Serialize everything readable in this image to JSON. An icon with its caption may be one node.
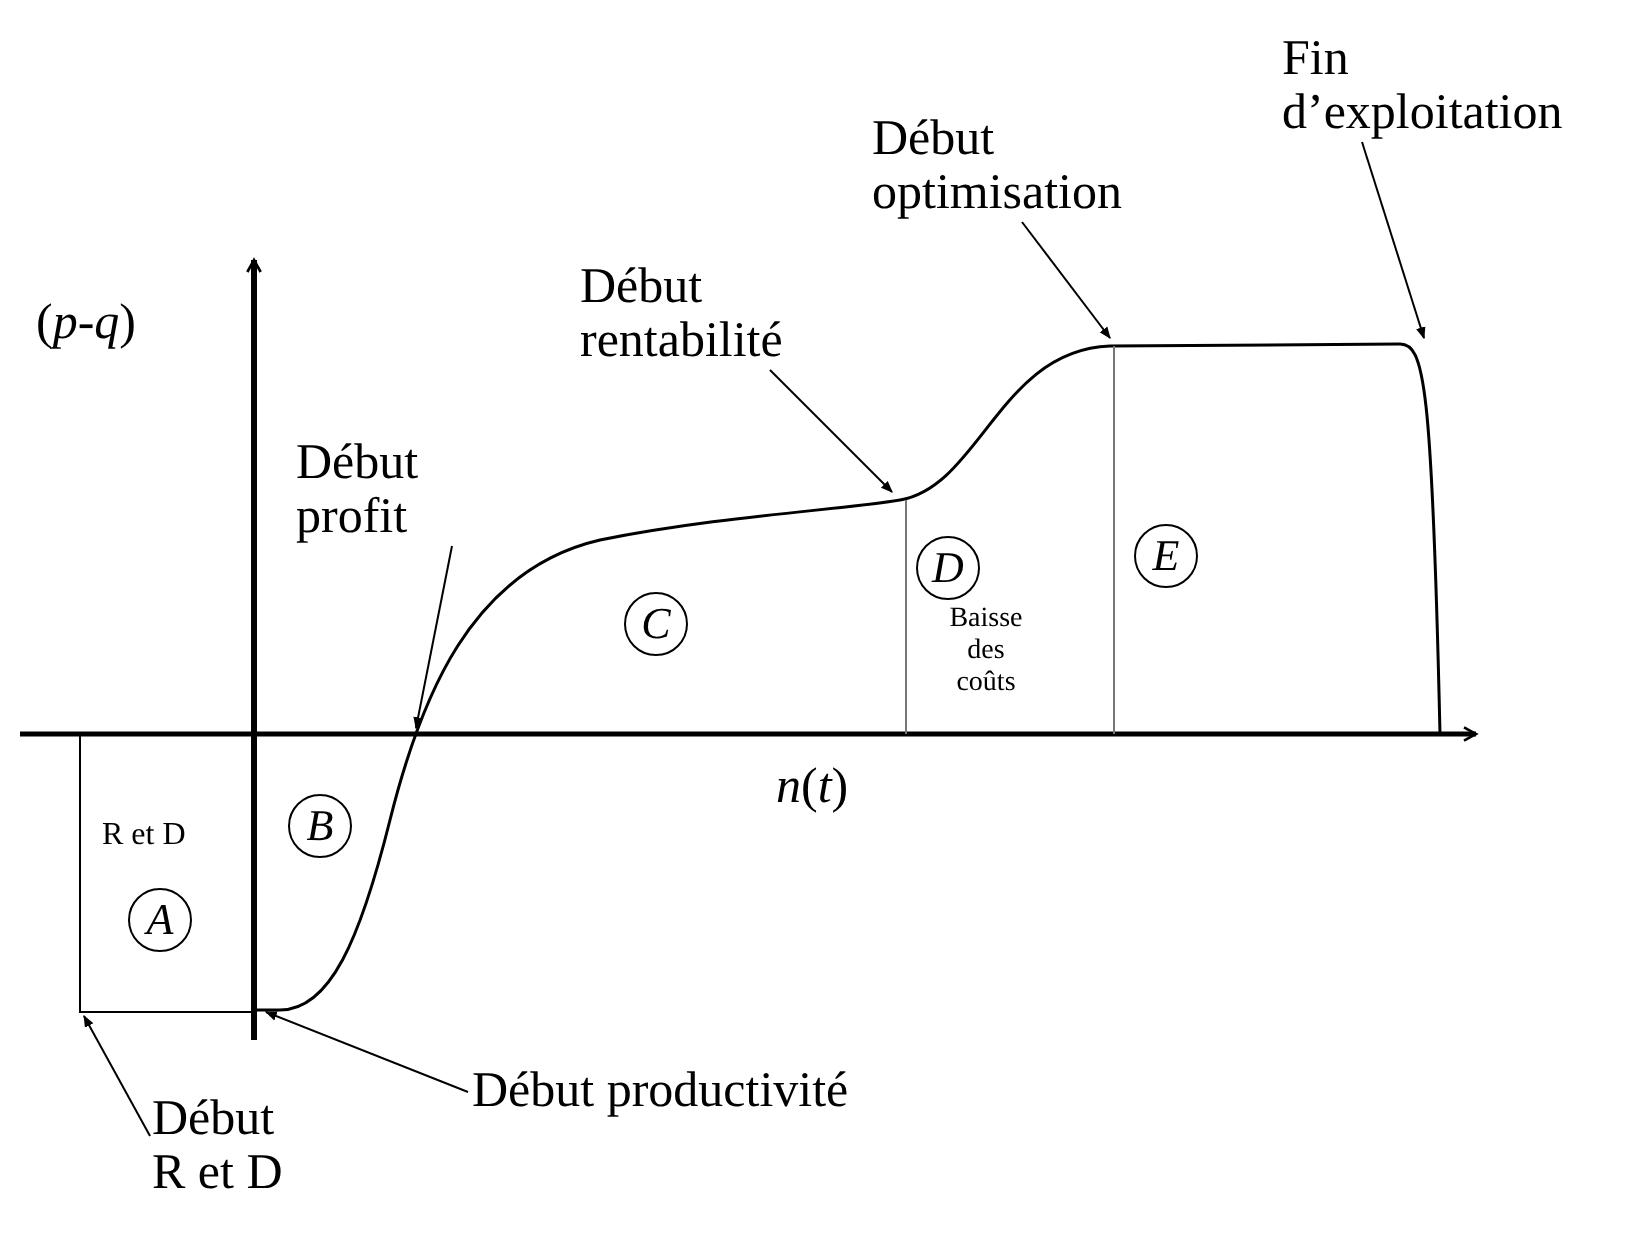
{
  "diagram": {
    "nodes": [
      {
        "text": [
          "Début R et D"
        ]
      },
      {
        "text": [
          "Début productivité"
        ]
      },
      {
        "text": [
          "Début profit"
        ]
      },
      {
        "text": [
          "Début rentabilité"
        ]
      },
      {
        "text": [
          "Début optimisation"
        ]
      },
      {
        "text": [
          "Fin d’exploitation"
        ]
      },
      {
        "text": [
          "A"
        ]
      },
      {
        "text": [
          "B"
        ]
      },
      {
        "text": [
          "C"
        ]
      },
      {
        "text": [
          "D"
        ]
      },
      {
        "text": [
          "E"
        ]
      }
    ],
    "edges": [
      {
        "from": 0,
        "to": null,
        "arrow": "to"
      },
      {
        "from": 1,
        "to": null,
        "arrow": "to"
      },
      {
        "from": 2,
        "to": null,
        "arrow": "to"
      },
      {
        "from": 3,
        "to": null,
        "arrow": "to"
      },
      {
        "from": 4,
        "to": null,
        "arrow": "to"
      },
      {
        "from": 5,
        "to": null,
        "arrow": "to"
      }
    ],
    "labels": [
      "(*p*-*q*)",
      "*n*(*t*)",
      "R et D",
      "Baisse des coûts"
    ]
  }
}
